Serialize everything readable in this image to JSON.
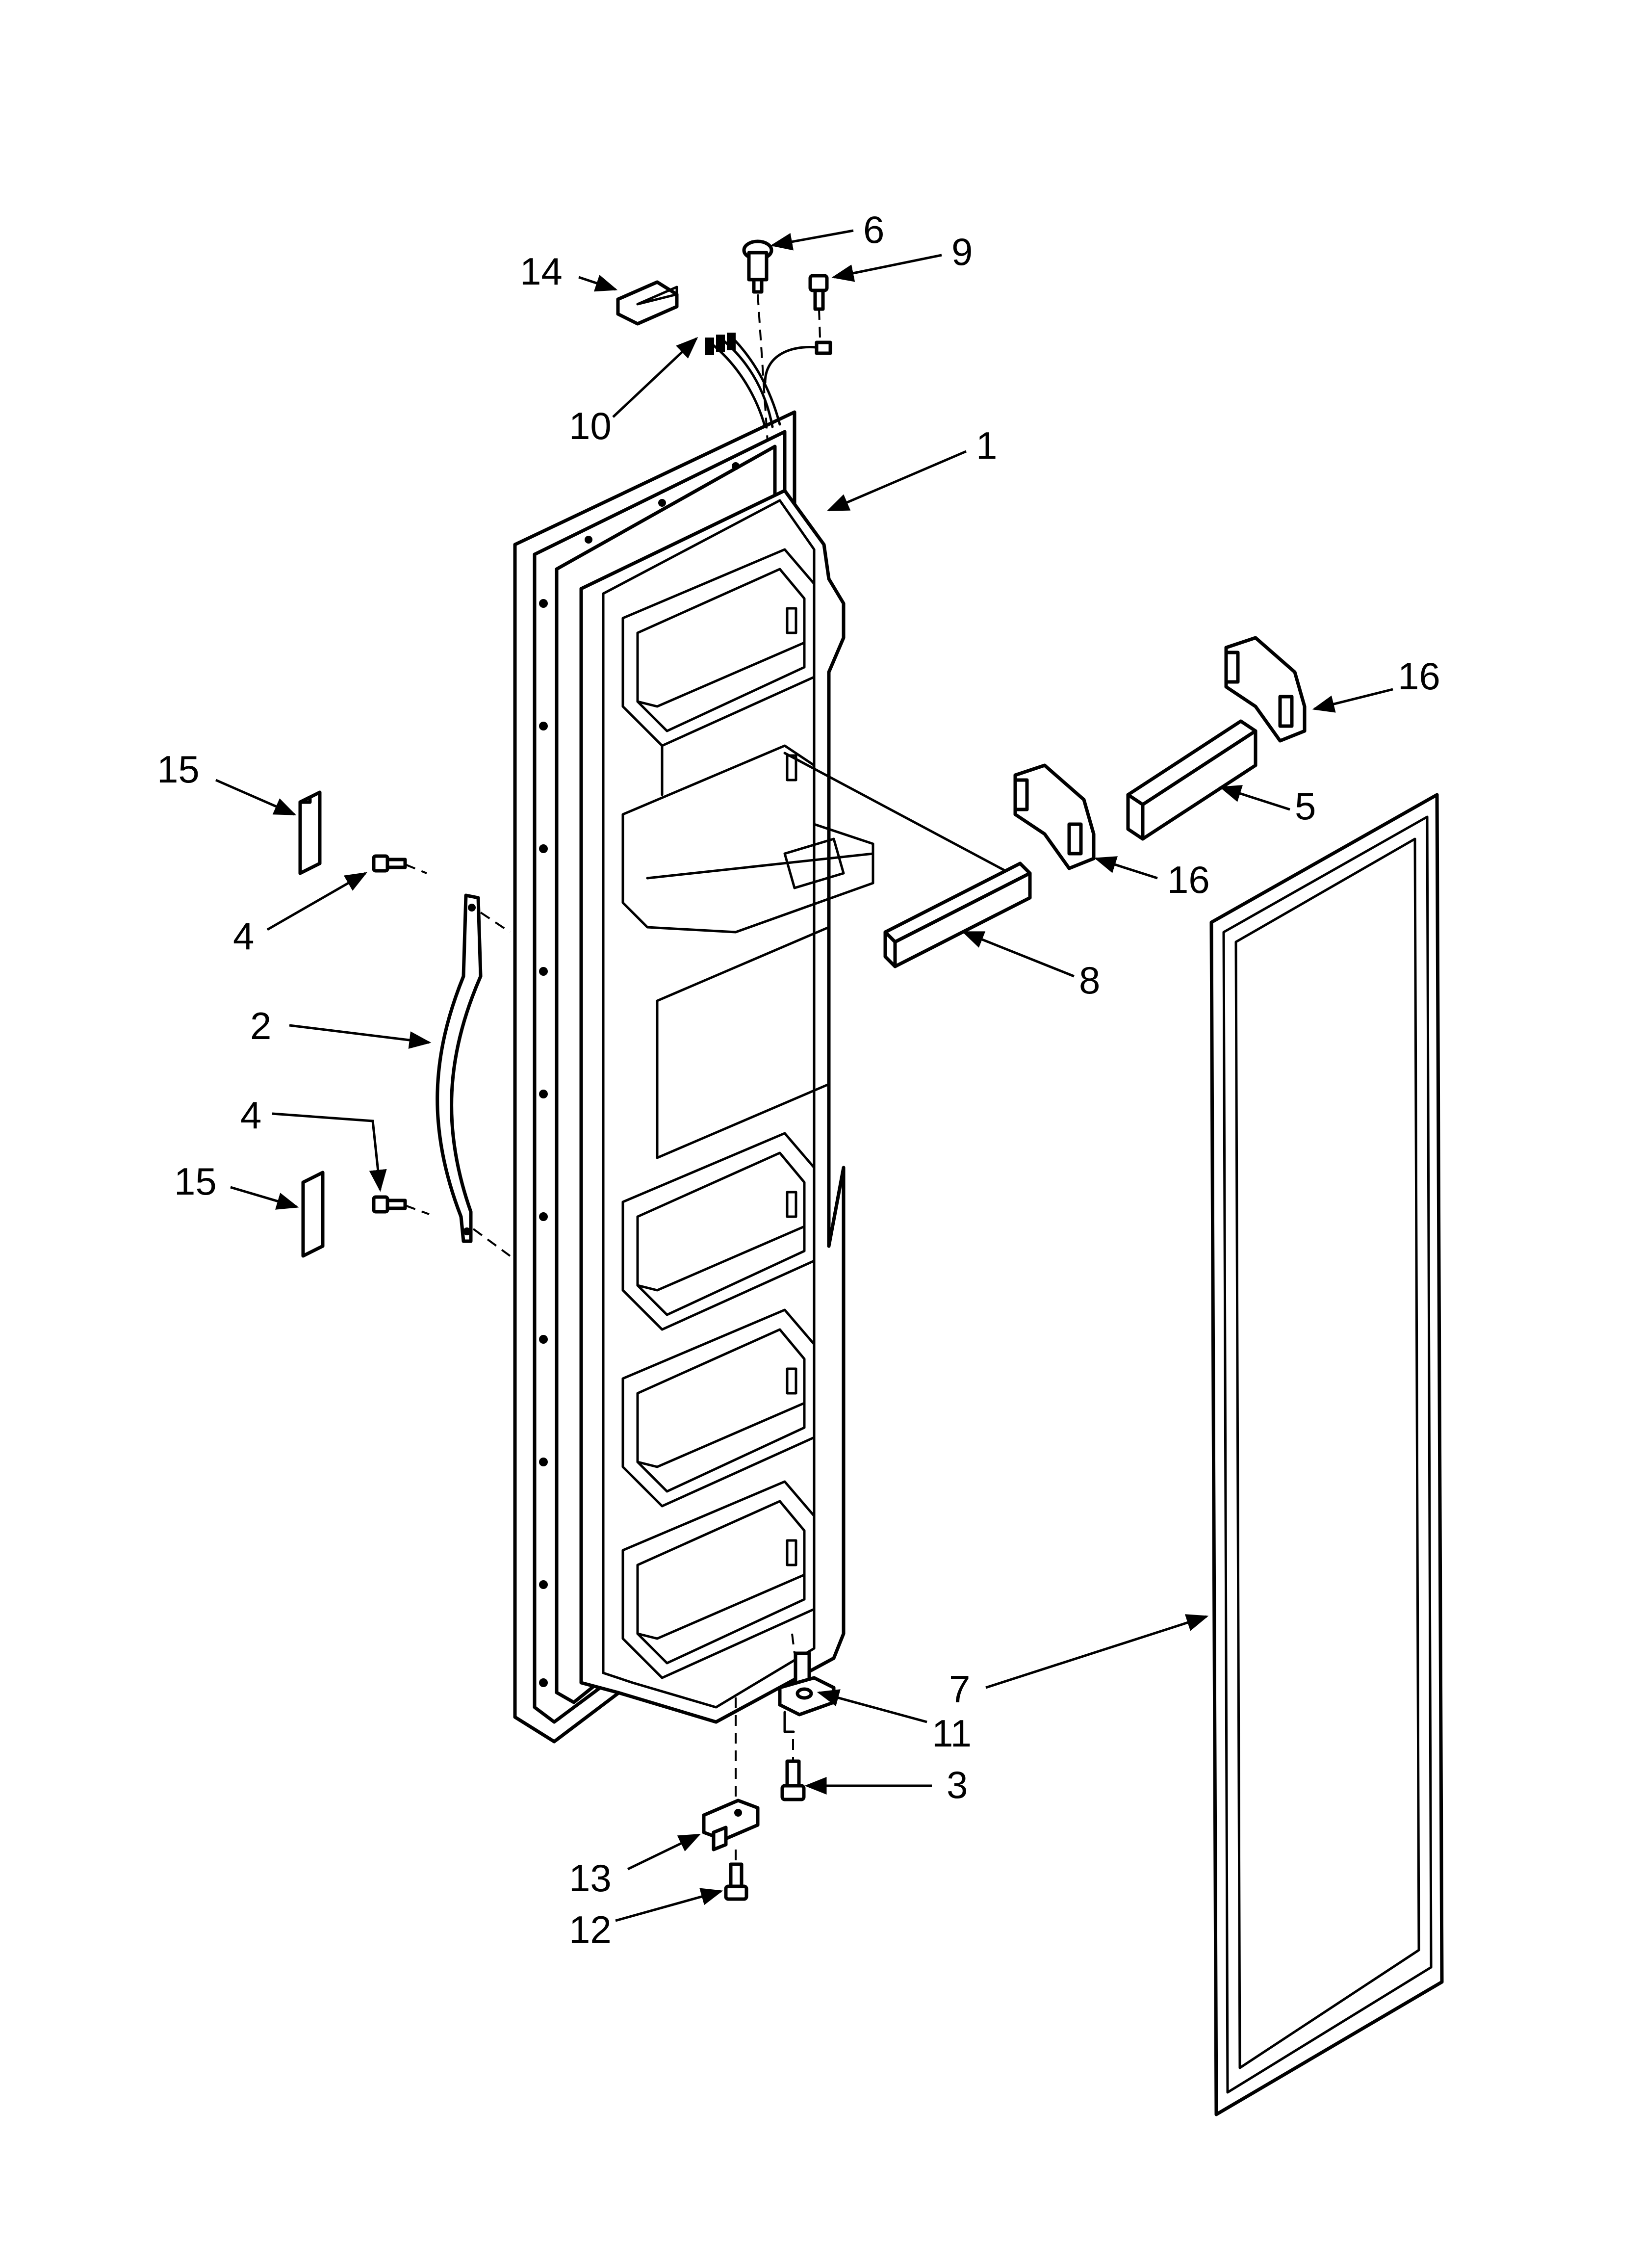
{
  "labels": {
    "l1": "1",
    "l2": "2",
    "l3": "3",
    "l4a": "4",
    "l4b": "4",
    "l5": "5",
    "l6": "6",
    "l7": "7",
    "l8": "8",
    "l9": "9",
    "l10": "10",
    "l11": "11",
    "l12": "12",
    "l13": "13",
    "l14": "14",
    "l15a": "15",
    "l15b": "15",
    "l16a": "16",
    "l16b": "16"
  }
}
